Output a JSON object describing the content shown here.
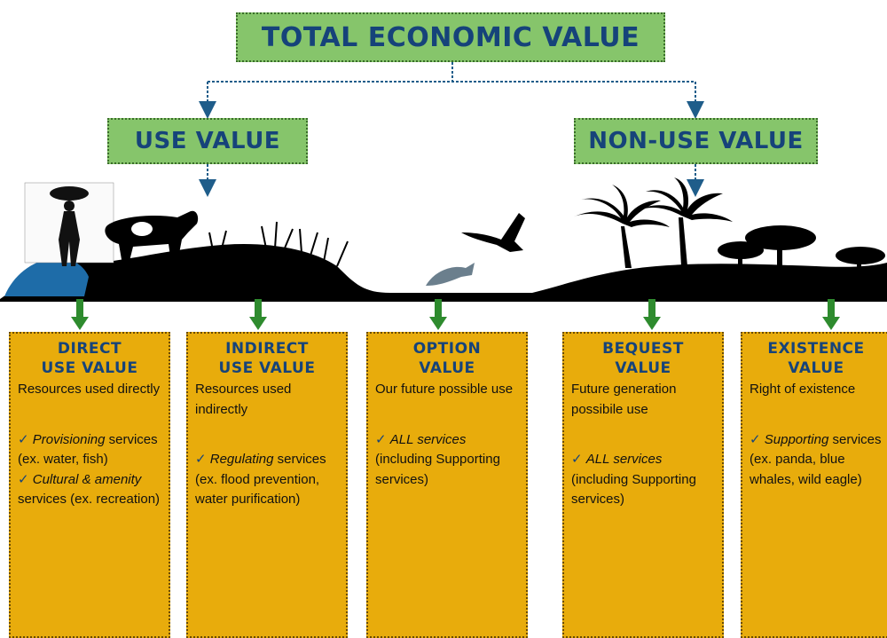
{
  "nodes": {
    "top": "TOTAL ECONOMIC VALUE",
    "use": "USE VALUE",
    "non_use": "NON-USE VALUE"
  },
  "boxes": [
    {
      "title1": "DIRECT",
      "title2": "USE VALUE",
      "desc": "Resources used directly",
      "items": [
        {
          "check": "✓",
          "italic": "Provisioning",
          "rest": "services (ex. water, fish)"
        },
        {
          "check": "✓",
          "italic": "Cultural & amenity",
          "rest": "services (ex. recreation)"
        }
      ]
    },
    {
      "title1": "INDIRECT",
      "title2": "USE VALUE",
      "desc": "Resources used indirectly",
      "items": [
        {
          "check": "✓",
          "italic": "Regulating",
          "rest": "services (ex. flood prevention, water purification)"
        }
      ]
    },
    {
      "title1": "OPTION",
      "title2": "VALUE",
      "desc": "Our future possible use",
      "items": [
        {
          "check": "✓",
          "italic": "ALL services",
          "rest": "(including Supporting services)"
        }
      ]
    },
    {
      "title1": "BEQUEST",
      "title2": "VALUE",
      "desc": "Future generation possibile use",
      "items": [
        {
          "check": "✓",
          "italic": "ALL services",
          "rest": "(including Supporting services)"
        }
      ]
    },
    {
      "title1": "EXISTENCE",
      "title2": "VALUE",
      "desc": "Right of existence",
      "items": [
        {
          "check": "✓",
          "italic": "Supporting",
          "rest": "services (ex. panda, blue whales, wild eagle)"
        }
      ]
    }
  ],
  "colors": {
    "node_fill": "#86c56b",
    "node_text": "#16437a",
    "box_fill": "#e8ac0c",
    "arrow_blue": "#1f5d8a",
    "arrow_green": "#2e8b2e",
    "landscape": "#000000",
    "water": "#1e6ca8"
  },
  "icons": [
    "person-carrying-icon",
    "cow-icon",
    "bird-icon",
    "fish-icon",
    "palm-tree-icon",
    "tree-icon"
  ]
}
